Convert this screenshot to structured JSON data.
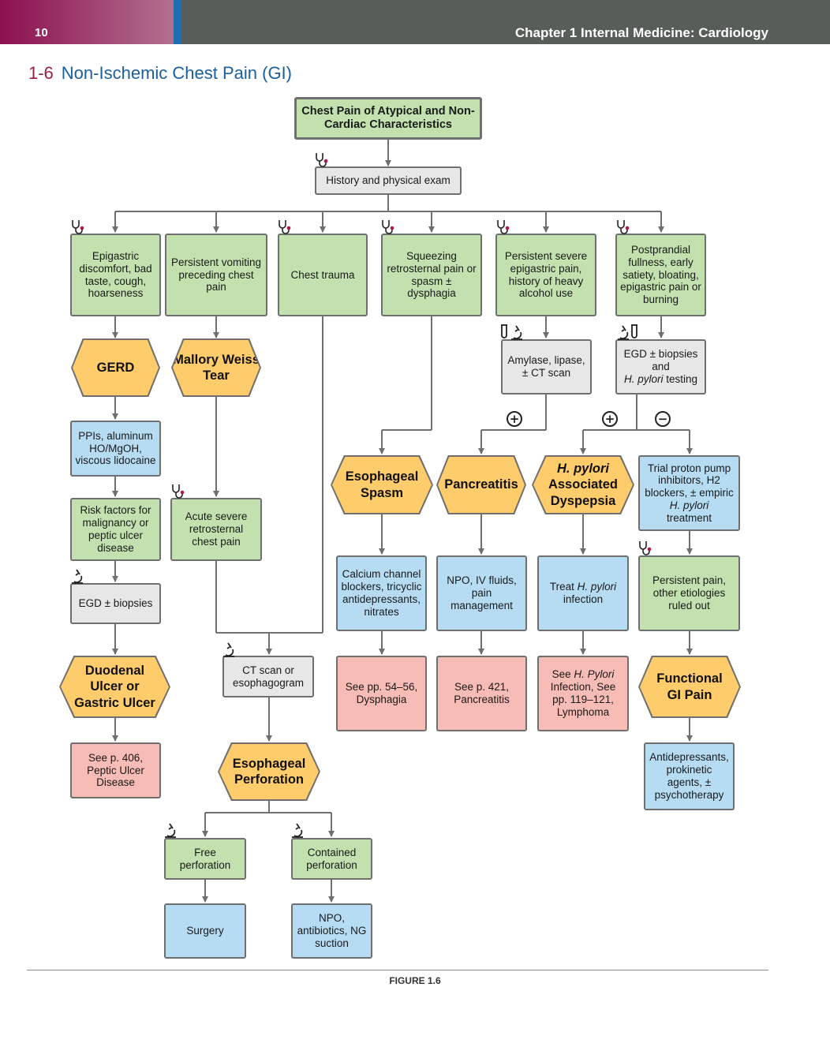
{
  "header": {
    "page_number": "10",
    "chapter": "Chapter 1  Internal Medicine: Cardiology"
  },
  "section": {
    "number": "1-6",
    "title": "Non-Ischemic Chest Pain (GI)"
  },
  "nodes": {
    "start": "Chest Pain of Atypical and Non-Cardiac Characteristics",
    "history": "History and physical exam",
    "epigastric": "Epigastric discomfort, bad taste, cough, hoarseness",
    "vomiting": "Persistent vomiting preceding chest pain",
    "trauma": "Chest trauma",
    "squeezing": "Squeezing retrosternal pain or spasm ± dysphagia",
    "severe_epigastric": "Persistent severe epigastric pain, history of heavy alcohol use",
    "postprandial": "Postprandial fullness, early satiety, bloating, epigastric pain or burning",
    "gerd": "GERD",
    "mallory": "Mallory Weiss Tear",
    "amylase": "Amylase, lipase, ± CT scan",
    "egd_hp_a": "EGD ± biopsies and",
    "egd_hp_b": "H. pylori",
    "egd_hp_c": " testing",
    "ppis": "PPIs, aluminum HO/MgOH, viscous lidocaine",
    "risk": "Risk factors for malignancy or peptic ulcer disease",
    "acute": "Acute severe retrosternal chest pain",
    "esoph_spasm": "Esophageal Spasm",
    "pancreatitis": "Pancreatitis",
    "hp_dysp_a": "H. pylori",
    "hp_dysp_b": "Associated Dyspepsia",
    "trial_a": "Trial proton pump inhibitors, H2 blockers, ± empiric",
    "trial_b": "H. pylori",
    "trial_c": "treatment",
    "egd_bx": "EGD ± biopsies",
    "calcium": "Calcium channel blockers, tricyclic antidepressants, nitrates",
    "npo_iv": "NPO, IV fluids, pain management",
    "treat_hp_a": "Treat",
    "treat_hp_b": "H. pylori",
    "treat_hp_c": "infection",
    "persistent": "Persistent pain, other etiologies ruled out",
    "duodenal": "Duodenal Ulcer or Gastric Ulcer",
    "ct_esoph": "CT scan or esophagogram",
    "see_dysph": "See pp. 54–56, Dysphagia",
    "see_panc": "See p. 421, Pancreatitis",
    "see_lymph_a": "See",
    "see_lymph_b": "H. Pylori",
    "see_lymph_c": "Infection, See pp. 119–121, Lymphoma",
    "functional": "Functional GI Pain",
    "see_ulcer": "See p. 406, Peptic Ulcer Disease",
    "esoph_perf": "Esophageal Perforation",
    "antidep": "Antidepressants, prokinetic agents, ± psychotherapy",
    "free_perf": "Free perforation",
    "contained_perf": "Contained perforation",
    "surgery": "Surgery",
    "npo_abx": "NPO, antibiotics, NG suction"
  },
  "branch_labels": {
    "positive": "+",
    "negative": "−"
  },
  "figure_caption": "FIGURE 1.6",
  "colors": {
    "green": "#c3e1ae",
    "gray": "#e7e7e7",
    "blue": "#b6dcf3",
    "pink": "#f6bcb5",
    "yellow": "#fecc6b",
    "title_blue": "#1a5f9e",
    "title_red": "#9a1d4a"
  }
}
